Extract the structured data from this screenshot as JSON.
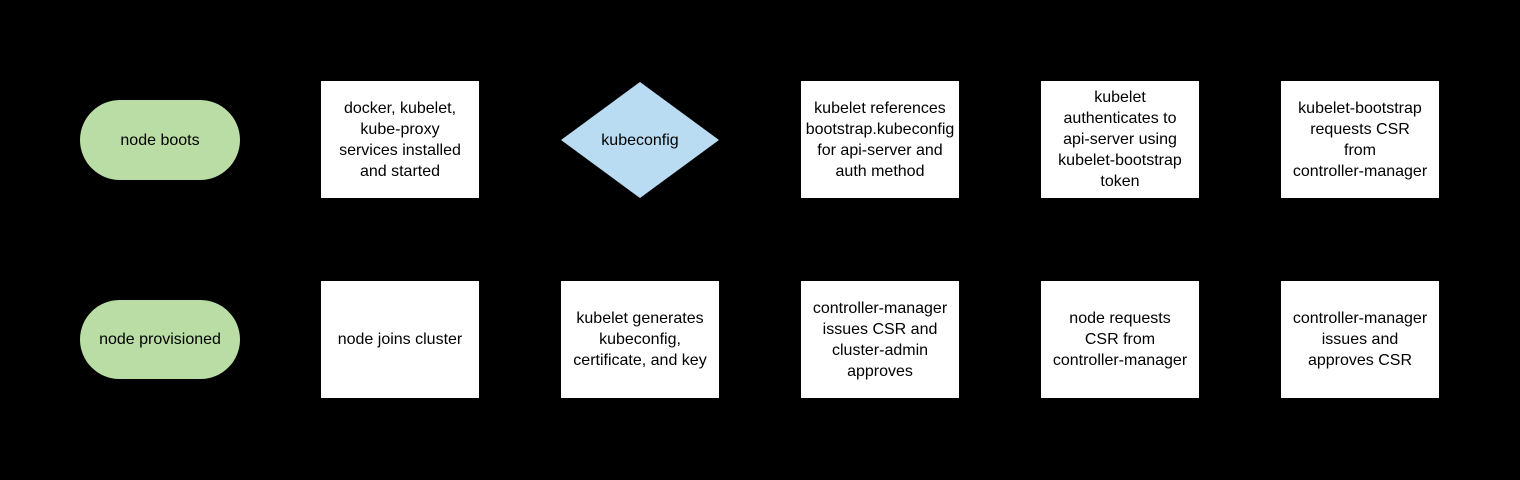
{
  "canvas": {
    "background": "#000000"
  },
  "colors": {
    "canvas_bg": "#000000",
    "terminator_fill": "#b9dda4",
    "process_fill": "#ffffff",
    "decision_fill": "#b9dcf2",
    "text_color": "#000000"
  },
  "flowchart": {
    "nodes": [
      {
        "id": "node-boots",
        "shape": "terminator",
        "label": "node boots"
      },
      {
        "id": "services-installed",
        "shape": "process",
        "label": "docker, kubelet,\nkube-proxy\nservices installed\nand started"
      },
      {
        "id": "kubeconfig-decision",
        "shape": "decision",
        "label": "kubeconfig"
      },
      {
        "id": "kubelet-references",
        "shape": "process",
        "label": "kubelet references\nbootstrap.kubeconfig\nfor api-server and\nauth method"
      },
      {
        "id": "kubelet-authenticates",
        "shape": "process",
        "label": "kubelet\nauthenticates to\napi-server using\nkubelet-bootstrap\ntoken"
      },
      {
        "id": "kubelet-bootstrap-requests",
        "shape": "process",
        "label": "kubelet-bootstrap\nrequests CSR\nfrom\ncontroller-manager"
      },
      {
        "id": "node-provisioned",
        "shape": "terminator",
        "label": "node provisioned"
      },
      {
        "id": "node-joins-cluster",
        "shape": "process",
        "label": "node joins cluster"
      },
      {
        "id": "kubelet-generates",
        "shape": "process",
        "label": "kubelet generates\nkubeconfig,\ncertificate, and key"
      },
      {
        "id": "cm-issues-admin-approves",
        "shape": "process",
        "label": "controller-manager\nissues CSR and\ncluster-admin\napproves"
      },
      {
        "id": "node-requests-csr",
        "shape": "process",
        "label": "node requests\nCSR from\ncontroller-manager"
      },
      {
        "id": "cm-issues-approves-csr",
        "shape": "process",
        "label": "controller-manager\nissues and\napproves CSR"
      }
    ]
  }
}
